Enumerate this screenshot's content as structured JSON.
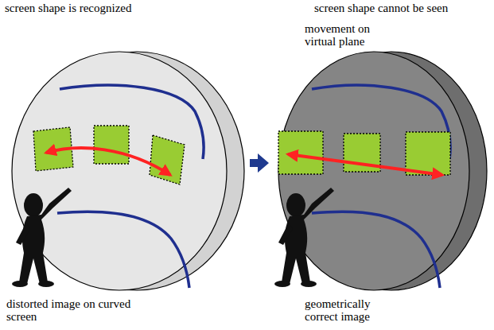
{
  "diagram": {
    "labels": [
      "screen shape is recognized",
      "screen shape cannot be seen",
      "movement on virtual plane",
      "distorted image on curved screen",
      "geometrically correct image"
    ]
  }
}
